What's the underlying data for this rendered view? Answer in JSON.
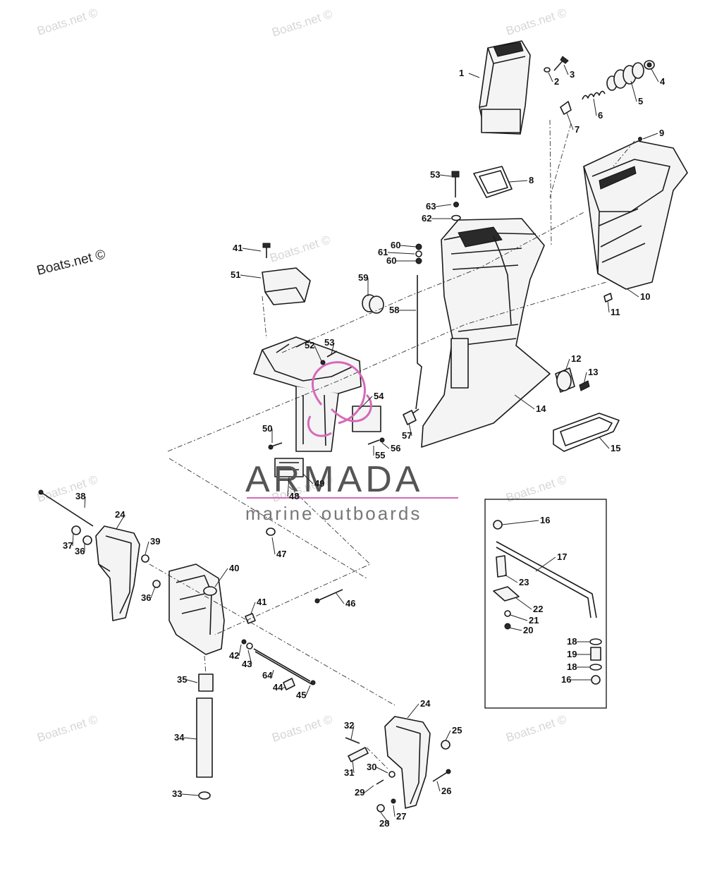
{
  "watermark": {
    "text": "Boats.net ©",
    "main_text": "Boats.net ©"
  },
  "brand": {
    "name": "ARMADA",
    "tagline": "marine outboards",
    "logo_color": "#d46ab8"
  },
  "callouts": [
    "1",
    "2",
    "3",
    "4",
    "5",
    "6",
    "7",
    "8",
    "9",
    "10",
    "11",
    "12",
    "13",
    "14",
    "15",
    "16",
    "17",
    "23",
    "22",
    "21",
    "20",
    "18",
    "19",
    "18",
    "16",
    "38",
    "24",
    "39",
    "37",
    "36",
    "36",
    "40",
    "41",
    "47",
    "46",
    "42",
    "43",
    "64",
    "44",
    "45",
    "35",
    "34",
    "33",
    "24",
    "25",
    "32",
    "31",
    "30",
    "29",
    "26",
    "28",
    "27",
    "41",
    "51",
    "52",
    "53",
    "59",
    "60",
    "61",
    "60",
    "58",
    "53",
    "63",
    "62",
    "54",
    "50",
    "57",
    "55",
    "56",
    "49",
    "48"
  ]
}
